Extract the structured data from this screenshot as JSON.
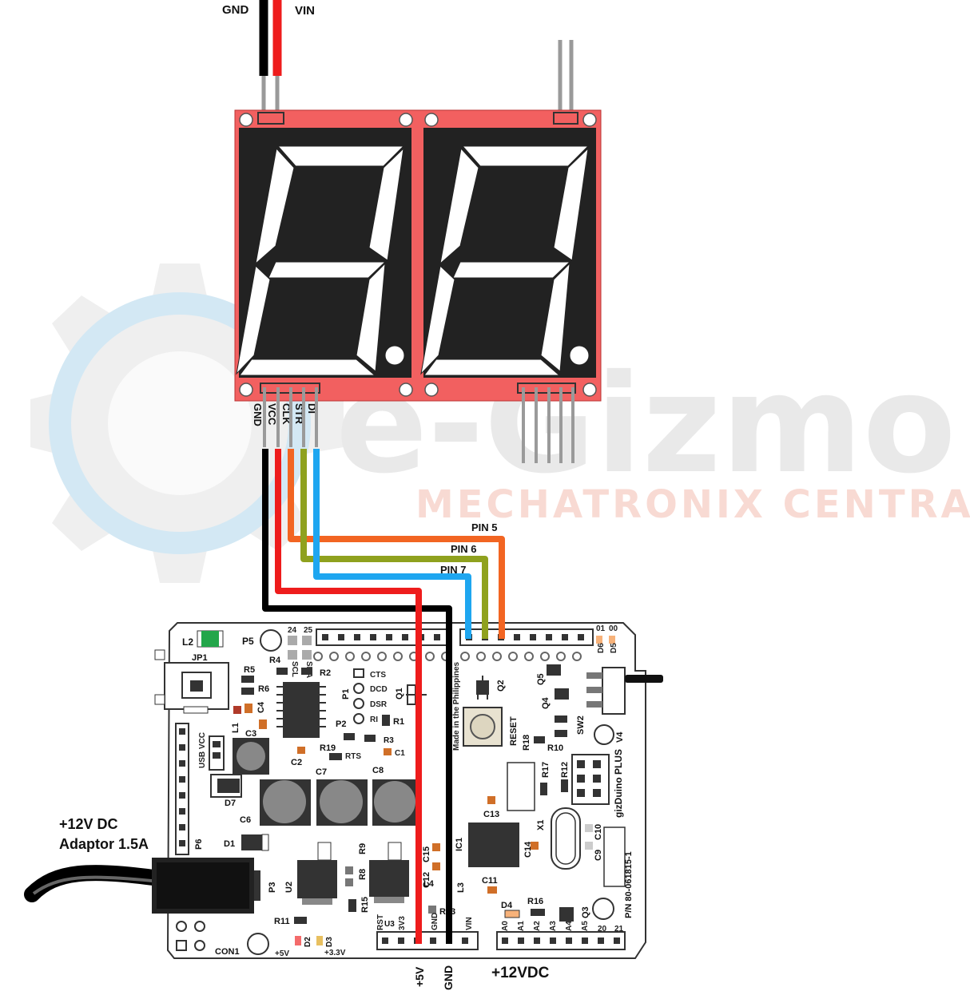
{
  "watermark": {
    "brand": "e-Gizmo",
    "tagline": "MECHATRONIX CENTRAL"
  },
  "power_input": {
    "gnd_label": "GND",
    "vin_label": "VIN"
  },
  "display_header": {
    "pins": [
      "GND",
      "VCC",
      "CLK",
      "STR",
      "DI"
    ]
  },
  "wires": {
    "pin5": "PIN 5",
    "pin6": "PIN 6",
    "pin7": "PIN 7"
  },
  "adaptor": {
    "line1": "+12V DC",
    "line2": "Adaptor 1.5A"
  },
  "board": {
    "name": "gizDuino PLUS",
    "part_number": "P/N 80-061815-1",
    "reset": "RESET",
    "made_in": "Made in the Philippines",
    "vdc_label": "+12VDC",
    "plus5v_wire": "+5V",
    "gnd_wire": "GND",
    "labels": {
      "L2": "L2",
      "P5": "P5",
      "JP1": "JP1",
      "R5": "R5",
      "R6": "R6",
      "R4": "R4",
      "R2": "R2",
      "C4": "C4",
      "C3": "C3",
      "L1": "L1",
      "usbvcc": "USB VCC",
      "C2": "C2",
      "R19": "R19",
      "RTS": "RTS",
      "R3": "R3",
      "C1": "C1",
      "R1": "R1",
      "P1": "P1",
      "P2": "P2",
      "CTS": "CTS",
      "DCD": "DCD",
      "DSR": "DSR",
      "RI": "RI",
      "Q1": "Q1",
      "Q2": "Q2",
      "Q5": "Q5",
      "Q4": "Q4",
      "D6": "D6",
      "D5": "D5",
      "SW2": "SW2",
      "V4": "V4",
      "R18": "R18",
      "R10": "R10",
      "R17": "R17",
      "R12": "R12",
      "C13": "C13",
      "X1": "X1",
      "C10": "C10",
      "C9": "C9",
      "C14": "C14",
      "C11": "C11",
      "IC1": "IC1",
      "C7": "C7",
      "C8": "C8",
      "C6": "C6",
      "D7": "D7",
      "D1": "D1",
      "P6": "P6",
      "R9": "R9",
      "R8": "R8",
      "P3": "P3",
      "U2": "U2",
      "R15": "R15",
      "C12": "C12",
      "C15": "C15",
      "L3": "L3",
      "L4": "L4",
      "R13": "R13",
      "D4": "D4",
      "R16": "R16",
      "Q3": "Q3",
      "R11": "R11",
      "D2": "D2",
      "D3": "D3",
      "CON1": "CON1",
      "p5v": "+5V",
      "p33v": "+3.3V",
      "RST": "RST",
      "U3": "U3",
      "v33": "3V3",
      "GND": "GND",
      "VIN": "VIN",
      "n24": "24",
      "n25": "25",
      "SCL": "SCL",
      "SDA": "SDA",
      "n01": "01",
      "n00": "00",
      "A0": "A0",
      "A1": "A1",
      "A2": "A2",
      "A3": "A3",
      "A4": "A4",
      "A5": "A5",
      "n20": "20",
      "n21": "21"
    }
  },
  "colors": {
    "display_board": "#f26060",
    "display_face": "#222222",
    "wire_black": "#000000",
    "wire_red": "#ee1c1c",
    "wire_orange": "#f26522",
    "wire_olive": "#8fa11e",
    "wire_blue": "#1ea6f0",
    "watermark_blue": "#c7e3f2",
    "watermark_gray": "#ececec",
    "watermark_red": "#f8d6cf"
  }
}
